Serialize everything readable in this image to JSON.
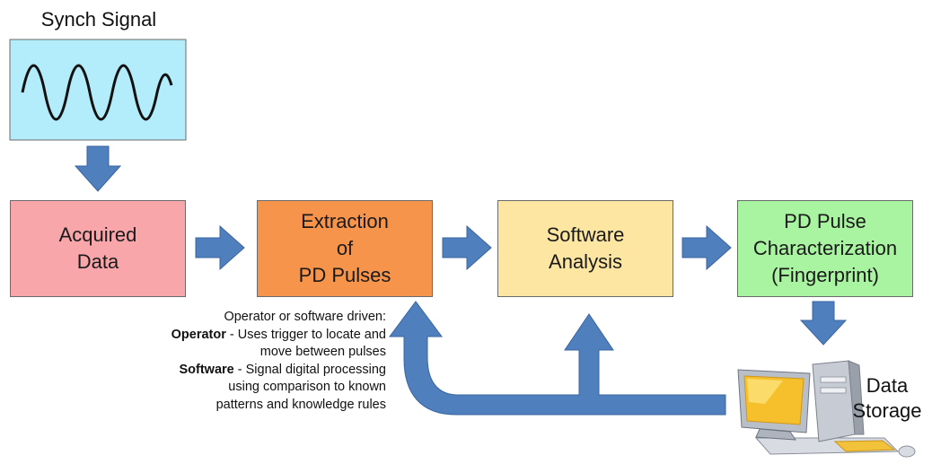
{
  "synch": {
    "title": "Synch Signal"
  },
  "boxes": {
    "acquired": {
      "lines": [
        "Acquired",
        "Data"
      ],
      "color": "#f9a6ab"
    },
    "extraction": {
      "lines": [
        "Extraction",
        "of",
        "PD Pulses"
      ],
      "color": "#f7944b"
    },
    "analysis": {
      "lines": [
        "Software",
        "Analysis"
      ],
      "color": "#fde6a2"
    },
    "characterization": {
      "lines": [
        "PD Pulse",
        "Characterization",
        "(Fingerprint)"
      ],
      "color": "#a9f4a0"
    }
  },
  "storage": {
    "lines": [
      "Data",
      "Storage"
    ]
  },
  "note": {
    "intro": "Operator or software driven:",
    "operator_label": "Operator",
    "operator_text_1": " - Uses trigger to locate and",
    "operator_text_2": "move between pulses",
    "software_label": "Software",
    "software_text_1": " - Signal digital processing",
    "software_text_2": "using comparison to known",
    "software_text_3": "patterns and knowledge rules"
  },
  "colors": {
    "arrow": "#4f7fbd",
    "arrow_edge": "#3a65a0",
    "signal_box": "#b3ecfb"
  },
  "icons": {
    "signal": "sine-wave-icon",
    "computer": "computer-icon"
  }
}
